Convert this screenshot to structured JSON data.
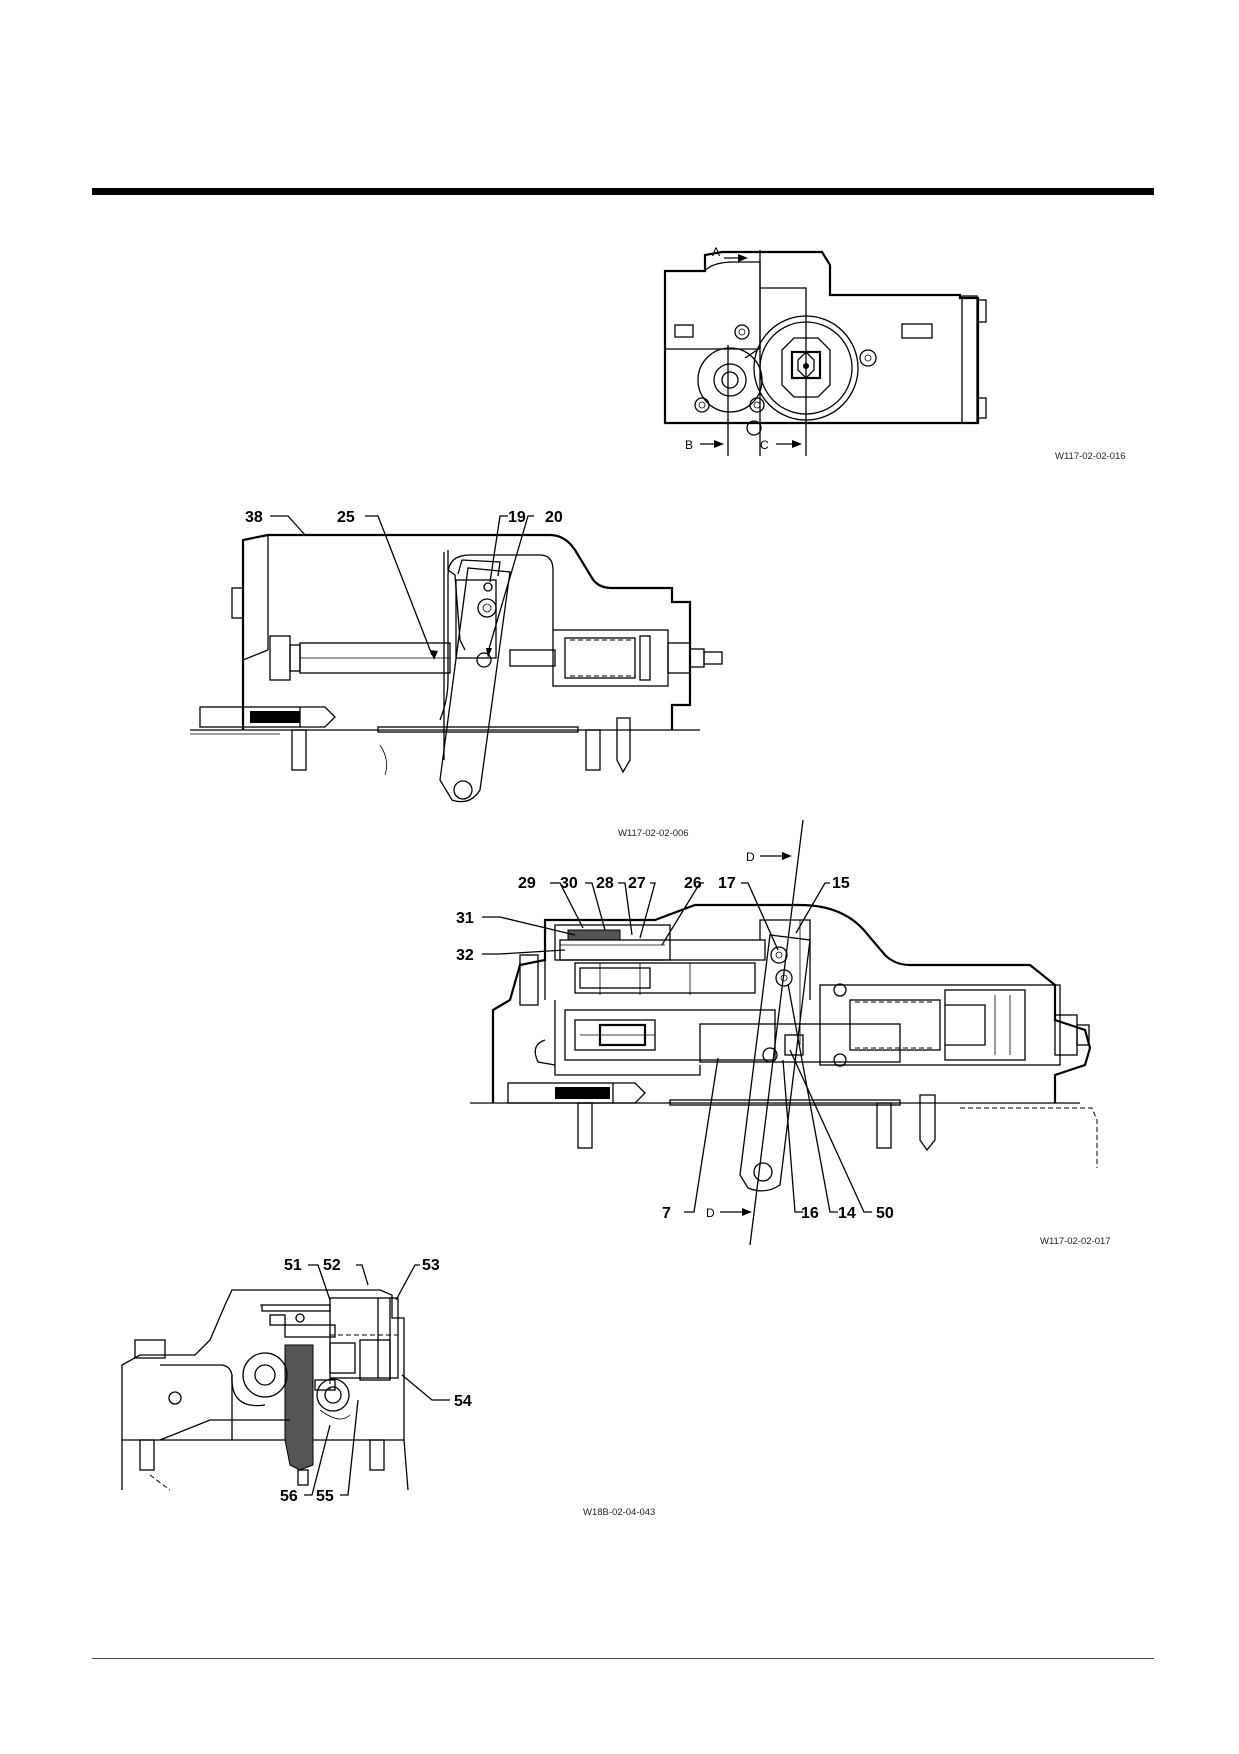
{
  "figures": [
    {
      "id": "top-view",
      "code": "W117-02-02-016",
      "section_marks": [
        "A",
        "B",
        "C"
      ]
    },
    {
      "id": "section-a",
      "code": "W117-02-02-006",
      "callouts": [
        "38",
        "25",
        "19",
        "20"
      ]
    },
    {
      "id": "section-d",
      "code": "W117-02-02-017",
      "section_marks": [
        "D",
        "D"
      ],
      "callouts_top": [
        "29",
        "30",
        "28",
        "27",
        "26",
        "17",
        "15"
      ],
      "callouts_left": [
        "31",
        "32"
      ],
      "callouts_bottom": [
        "7",
        "16",
        "14",
        "50"
      ]
    },
    {
      "id": "section-d-detail",
      "code": "W18B-02-04-043",
      "callouts_top": [
        "51",
        "52",
        "53"
      ],
      "callouts_side": [
        "54"
      ],
      "callouts_bottom": [
        "56",
        "55"
      ]
    }
  ]
}
